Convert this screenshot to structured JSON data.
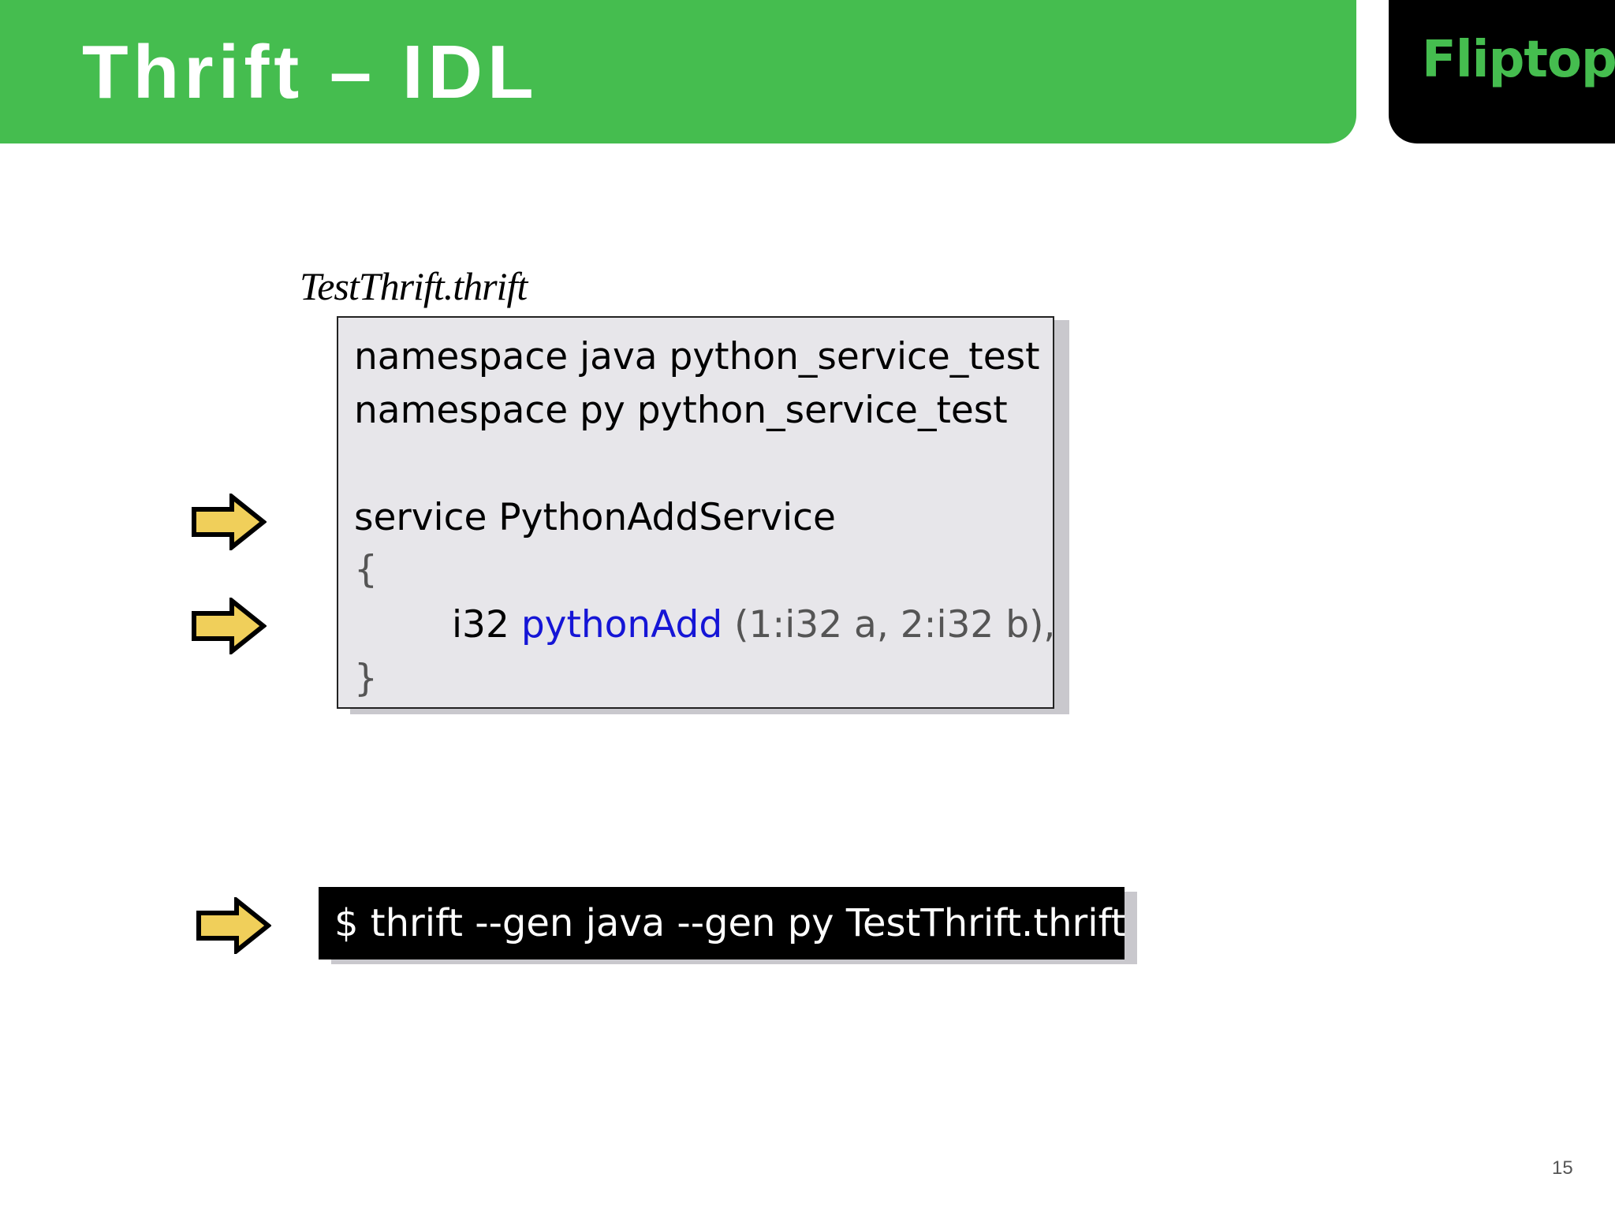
{
  "slide": {
    "title": "Thrift – IDL",
    "logo_text": "Fliptop",
    "page_number": "15"
  },
  "code_block": {
    "filename": "TestThrift.thrift",
    "line1": "namespace java python_service_test",
    "line2": "namespace py python_service_test",
    "line3": "service PythonAddService",
    "line4": "{",
    "line5_type": "i32 ",
    "line5_function": "pythonAdd",
    "line5_params": " (1:i32 a, 2:i32 b),",
    "line6": "}"
  },
  "command": {
    "text": "$ thrift --gen java --gen py TestThrift.thrift"
  },
  "colors": {
    "header_green": "#45bd4f",
    "logo_background": "#000000",
    "code_background": "#e7e6ea",
    "function_blue": "#1515d6",
    "arrow_yellow": "#f0cf5a"
  },
  "icons": [
    "right-arrow-icon",
    "right-arrow-icon",
    "right-arrow-icon"
  ]
}
